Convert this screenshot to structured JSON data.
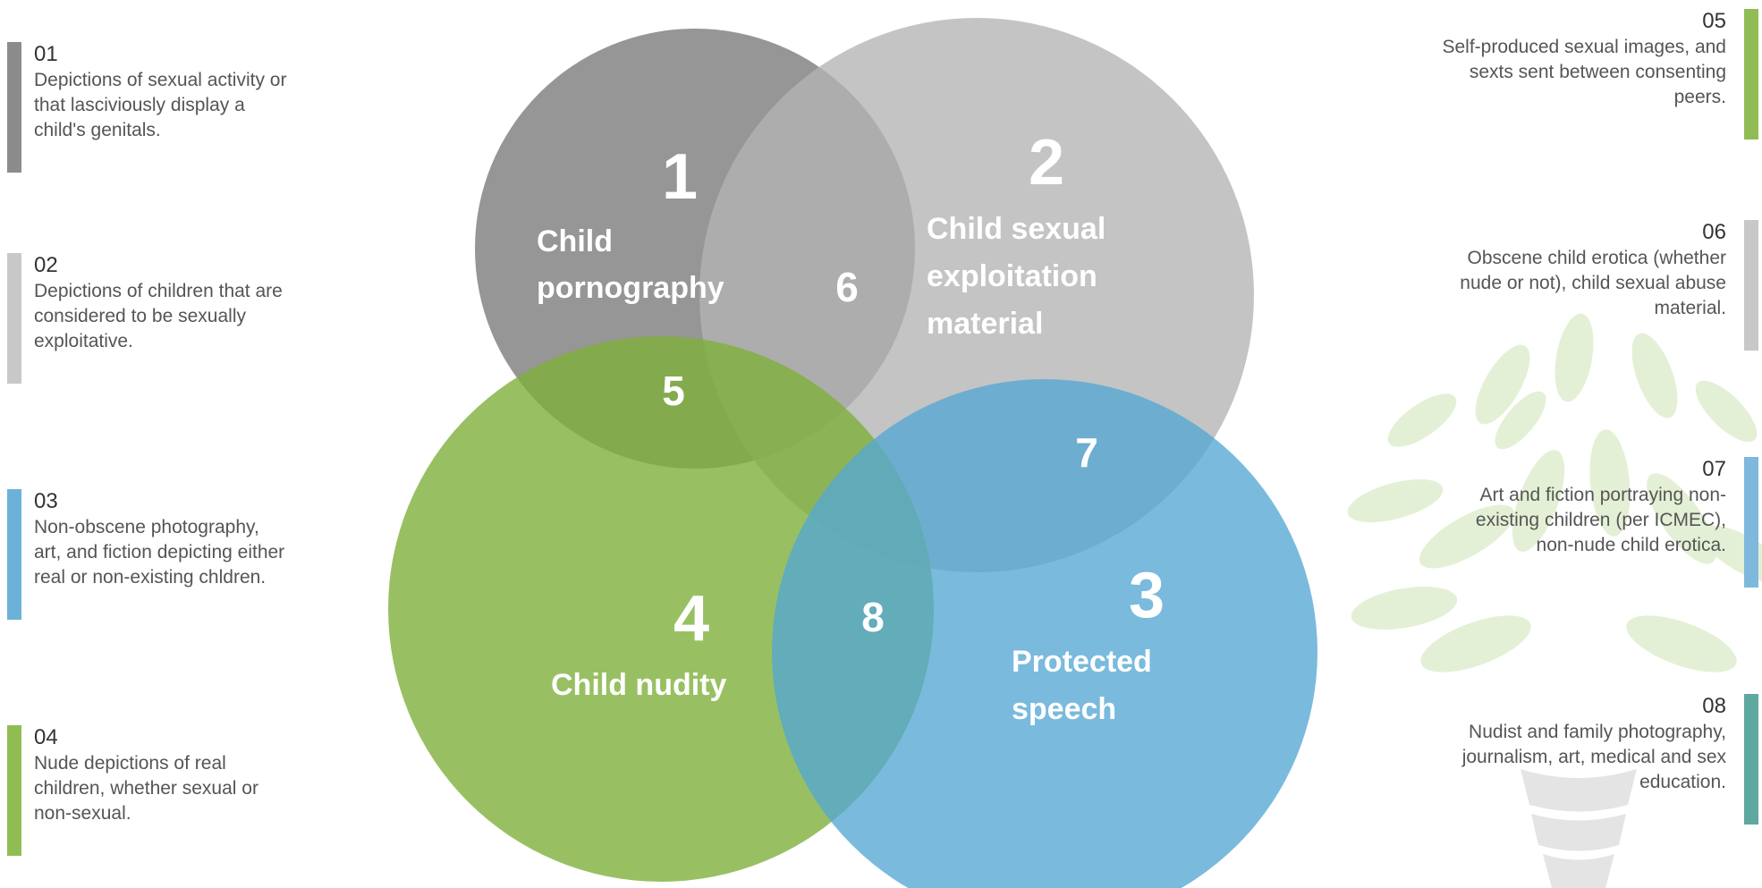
{
  "circles": [
    {
      "number": "1",
      "label_lines": [
        "Child",
        "pornography"
      ],
      "color": "#7f7f7f"
    },
    {
      "number": "2",
      "label_lines": [
        "Child sexual",
        "exploitation",
        "material"
      ],
      "color": "#b3b3b5"
    },
    {
      "number": "3",
      "label_lines": [
        "Protected",
        "speech"
      ],
      "color": "#55a7d3"
    },
    {
      "number": "4",
      "label_lines": [
        "Child nudity"
      ],
      "color": "#7eb03b"
    }
  ],
  "intersections": [
    "5",
    "6",
    "7",
    "8"
  ],
  "legend": [
    {
      "id": "01",
      "text_lines": [
        "Depictions of sexual activity or",
        "that lasciviously display a",
        "child's genitals."
      ],
      "color": "#8c8c8c"
    },
    {
      "id": "02",
      "text_lines": [
        "Depictions of children that are",
        "considered to be sexually",
        "exploitative."
      ],
      "color": "#c8c8c8"
    },
    {
      "id": "03",
      "text_lines": [
        "Non-obscene photography,",
        "art, and fiction depicting either",
        "real or non-existing chldren."
      ],
      "color": "#6cb2d8"
    },
    {
      "id": "04",
      "text_lines": [
        "Nude depictions of real",
        "children, whether sexual or",
        "non-sexual."
      ],
      "color": "#8fbd54"
    },
    {
      "id": "05",
      "text_lines": [
        "Self-produced sexual images, and",
        "sexts sent between consenting",
        "peers."
      ],
      "color": "#8fbd54"
    },
    {
      "id": "06",
      "text_lines": [
        "Obscene child erotica (whether",
        "nude or not), child sexual abuse",
        "material."
      ],
      "color": "#c8c8c8"
    },
    {
      "id": "07",
      "text_lines": [
        "Art and fiction portraying non-",
        "existing children (per ICMEC),",
        "non-nude child erotica."
      ],
      "color": "#7eb8dc"
    },
    {
      "id": "08",
      "text_lines": [
        "Nudist and family photography,",
        "journalism, art, medical and sex",
        "education."
      ],
      "color": "#5fa8a0"
    }
  ]
}
